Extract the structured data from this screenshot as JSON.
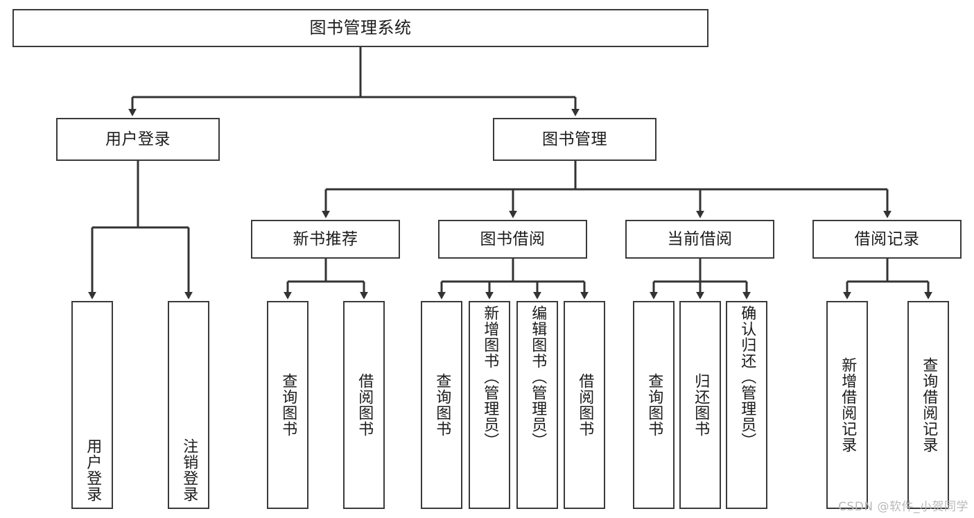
{
  "diagram": {
    "type": "tree",
    "title": "图书管理系统",
    "watermark": "CSDN @软件_小贺同学",
    "colors": {
      "box_border": "#3a3a3a",
      "box_fill": "#ffffff",
      "edge": "#333333",
      "text": "#1b1b1b",
      "watermark": "#b9b9b9",
      "background": "#ffffff"
    },
    "nodes": {
      "root": {
        "label": "图书管理系统"
      },
      "level2": [
        {
          "id": "user_login",
          "label": "用户登录"
        },
        {
          "id": "book_mgmt",
          "label": "图书管理"
        }
      ],
      "level3": [
        {
          "id": "new_book_rec",
          "label": "新书推荐"
        },
        {
          "id": "book_borrow",
          "label": "图书借阅"
        },
        {
          "id": "current_borrow",
          "label": "当前借阅"
        },
        {
          "id": "borrow_record",
          "label": "借阅记录"
        }
      ],
      "leaves": {
        "user_login": [
          {
            "id": "leaf_user_login",
            "label": "用户登录"
          },
          {
            "id": "leaf_logout",
            "label": "注销登录"
          }
        ],
        "new_book_rec": [
          {
            "id": "leaf_query_book_1",
            "label": "查询图书"
          },
          {
            "id": "leaf_borrow_book_1",
            "label": "借阅图书"
          }
        ],
        "book_borrow": [
          {
            "id": "leaf_query_book_2",
            "label": "查询图书"
          },
          {
            "id": "leaf_add_book",
            "label": "新增图书（管理员）"
          },
          {
            "id": "leaf_edit_book",
            "label": "编辑图书（管理员）"
          },
          {
            "id": "leaf_borrow_book_2",
            "label": "借阅图书"
          }
        ],
        "current_borrow": [
          {
            "id": "leaf_query_book_3",
            "label": "查询图书"
          },
          {
            "id": "leaf_return_book",
            "label": "归还图书"
          },
          {
            "id": "leaf_confirm_return",
            "label": "确认归还（管理员）"
          }
        ],
        "borrow_record": [
          {
            "id": "leaf_add_record",
            "label": "新增借阅记录"
          },
          {
            "id": "leaf_query_record",
            "label": "查询借阅记录"
          }
        ]
      }
    }
  }
}
